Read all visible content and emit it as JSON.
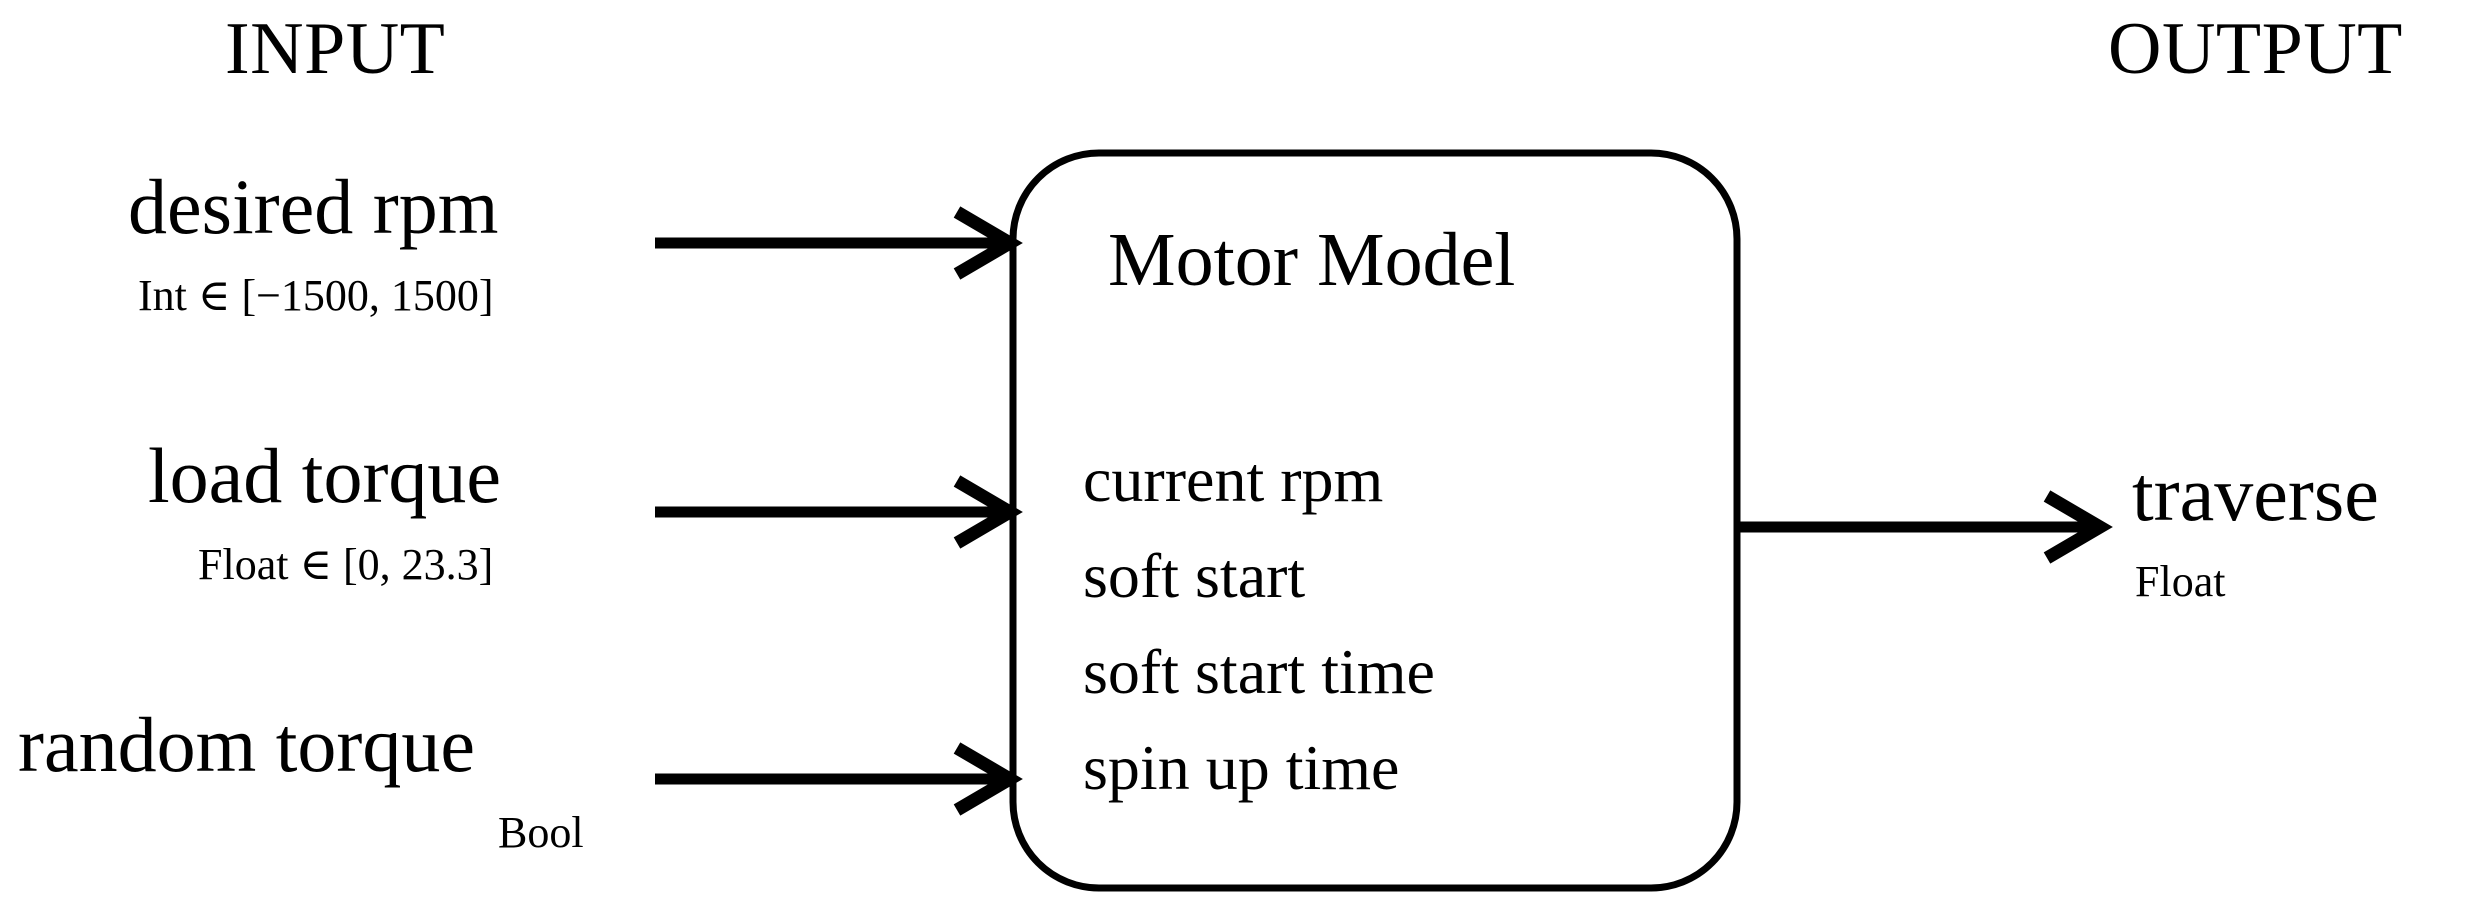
{
  "diagram": {
    "title_input": "INPUT",
    "title_output": "OUTPUT",
    "inputs": [
      {
        "name": "desired rpm",
        "type": "Int ∈ [−1500, 1500]"
      },
      {
        "name": "load torque",
        "type": "Float ∈ [0, 23.3]"
      },
      {
        "name": "random torque",
        "type": "Bool"
      }
    ],
    "block": {
      "label": "Motor Model",
      "items": [
        "current rpm",
        "soft start",
        "soft start time",
        "spin up time"
      ]
    },
    "outputs": [
      {
        "name": "traverse",
        "type": "Float"
      }
    ],
    "arrows": {
      "input_arrow_1": "arrow-right-icon",
      "input_arrow_2": "arrow-right-icon",
      "input_arrow_3": "arrow-right-icon",
      "output_arrow_1": "arrow-right-icon"
    },
    "colors": {
      "stroke": "#000000",
      "background": "#ffffff",
      "text": "#000000"
    }
  }
}
